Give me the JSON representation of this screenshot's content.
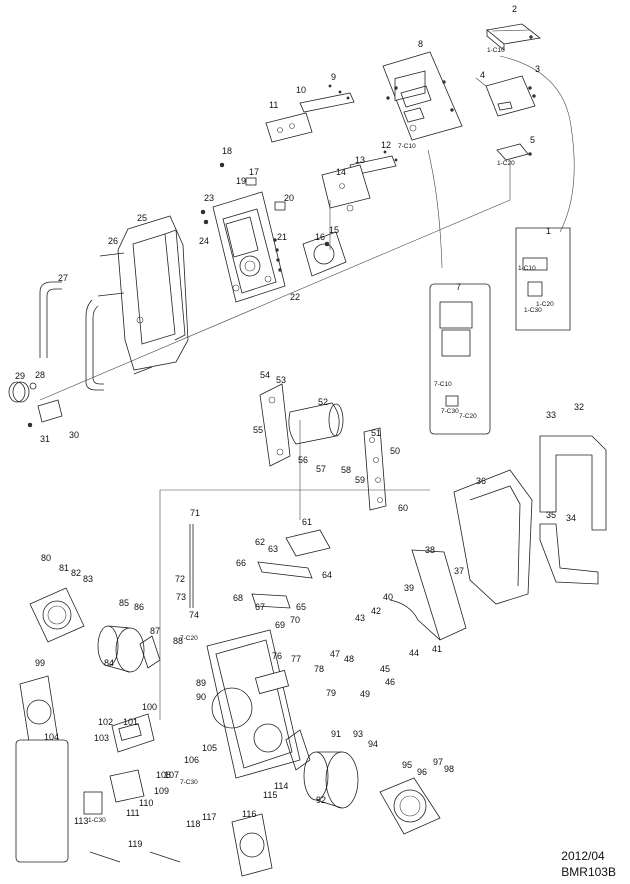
{
  "footer": {
    "date": "2012/04",
    "model": "BMR103B"
  },
  "part_numbers": [
    "1",
    "2",
    "3",
    "4",
    "5",
    "7",
    "8",
    "9",
    "10",
    "11",
    "12",
    "13",
    "14",
    "15",
    "16",
    "17",
    "18",
    "19",
    "20",
    "21",
    "22",
    "23",
    "24",
    "25",
    "26",
    "27",
    "28",
    "29",
    "30",
    "31",
    "32",
    "33",
    "34",
    "35",
    "36",
    "37",
    "38",
    "39",
    "40",
    "41",
    "42",
    "43",
    "44",
    "45",
    "46",
    "47",
    "48",
    "49",
    "50",
    "51",
    "52",
    "53",
    "54",
    "55",
    "56",
    "57",
    "58",
    "59",
    "60",
    "61",
    "62",
    "63",
    "64",
    "65",
    "66",
    "67",
    "68",
    "69",
    "70",
    "71",
    "72",
    "73",
    "74",
    "76",
    "77",
    "78",
    "79",
    "80",
    "81",
    "82",
    "83",
    "84",
    "85",
    "86",
    "87",
    "88",
    "89",
    "90",
    "91",
    "92",
    "93",
    "94",
    "95",
    "96",
    "97",
    "98",
    "99",
    "100",
    "101",
    "102",
    "103",
    "104",
    "105",
    "106",
    "107",
    "108",
    "109",
    "110",
    "111",
    "113",
    "114",
    "115",
    "116",
    "117",
    "118",
    "119"
  ],
  "sub_labels": [
    "1-C10",
    "1-C20",
    "7-C10",
    "1-C10",
    "1-C20",
    "1-C30",
    "7-C10",
    "7-C30",
    "7-C20",
    "7-C20",
    "7-C30",
    "1-C30"
  ]
}
